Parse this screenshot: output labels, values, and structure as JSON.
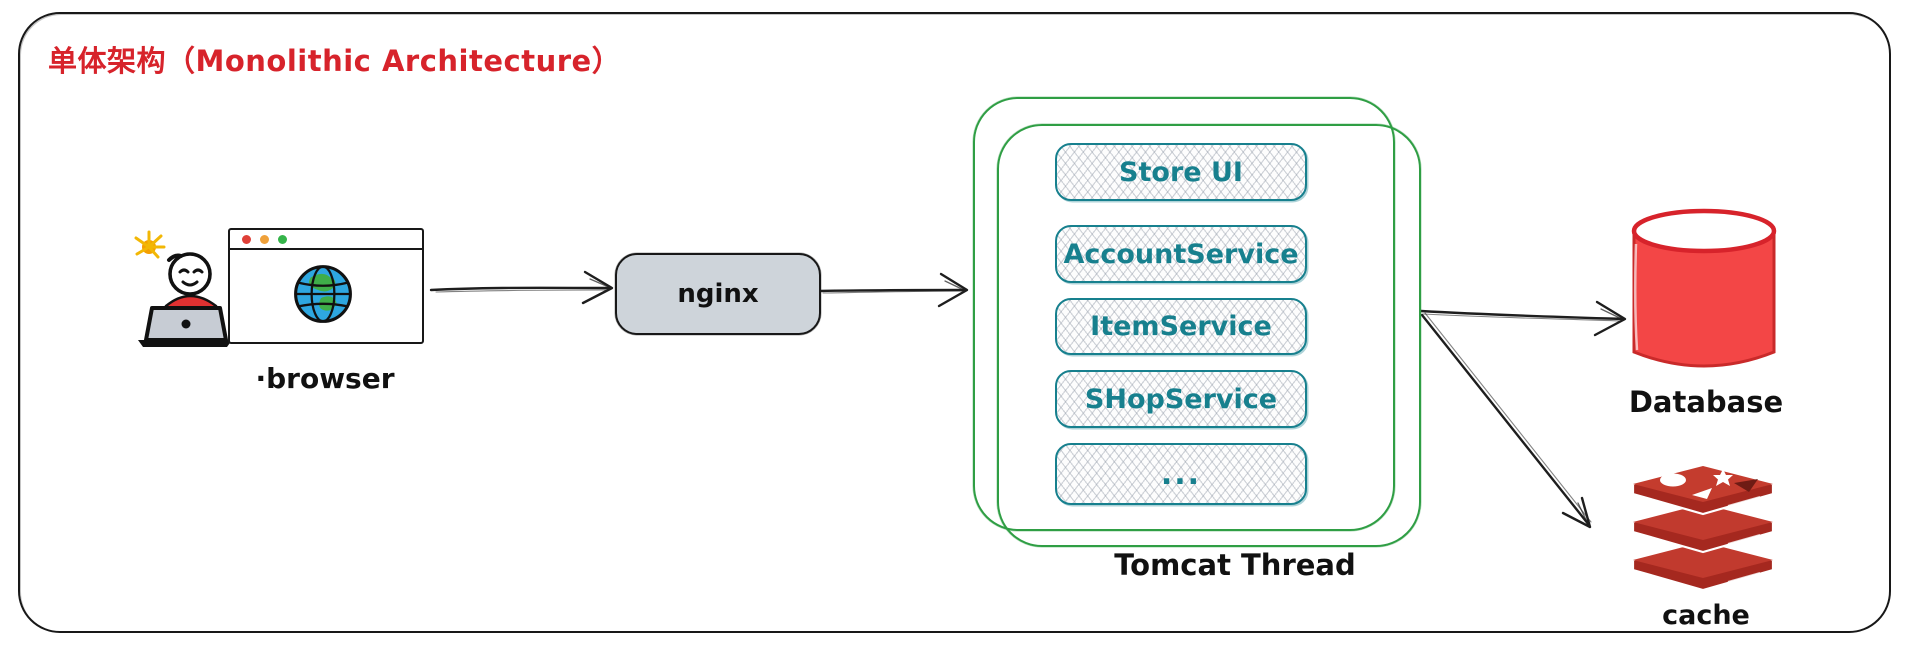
{
  "title": "单体架构（Monolithic Architecture）",
  "client": {
    "label": "·browser",
    "icons": [
      "person-at-laptop-icon",
      "sparkle-icon",
      "browser-window-icon",
      "globe-icon"
    ]
  },
  "gateway": {
    "label": "nginx"
  },
  "monolith": {
    "label": "Tomcat Thread",
    "services": [
      "Store UI",
      "AccountService",
      "ItemService",
      "SHopService",
      "..."
    ]
  },
  "database": {
    "label": "Database",
    "icon": "database-cylinder-icon"
  },
  "cache": {
    "label": "cache",
    "icon": "redis-stack-icon"
  },
  "colors": {
    "title_red": "#d7232b",
    "frame_black": "#181818",
    "gateway_fill": "#ced4da",
    "monolith_green": "#2f9e44",
    "service_teal": "#17808e",
    "database_red": "#f34646",
    "cache_red": "#b02c20",
    "traffic_dots": [
      "#df4038",
      "#efa13a",
      "#35b44a"
    ]
  }
}
